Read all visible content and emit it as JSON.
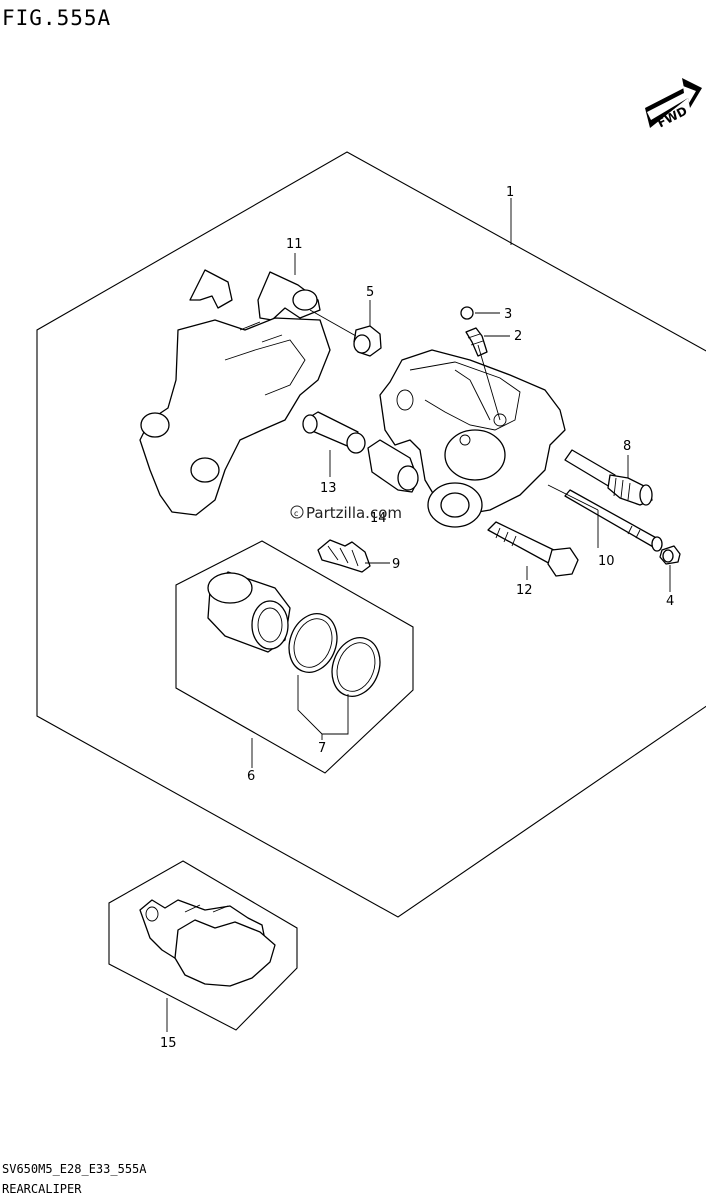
{
  "header": {
    "fig_title": "FIG.555A"
  },
  "fwd_badge": {
    "label": "FWD"
  },
  "watermark": {
    "text": "Partzilla.com"
  },
  "callouts": {
    "c1": "1",
    "c2": "2",
    "c3": "3",
    "c4": "4",
    "c5": "5",
    "c6": "6",
    "c7": "7",
    "c8": "8",
    "c9": "9",
    "c10": "10",
    "c11": "11",
    "c12": "12",
    "c13": "13",
    "c14": "14",
    "c15": "15"
  },
  "footer": {
    "model_code": "SV650M5_E28_E33_555A",
    "section_name": "REARCALIPER"
  }
}
